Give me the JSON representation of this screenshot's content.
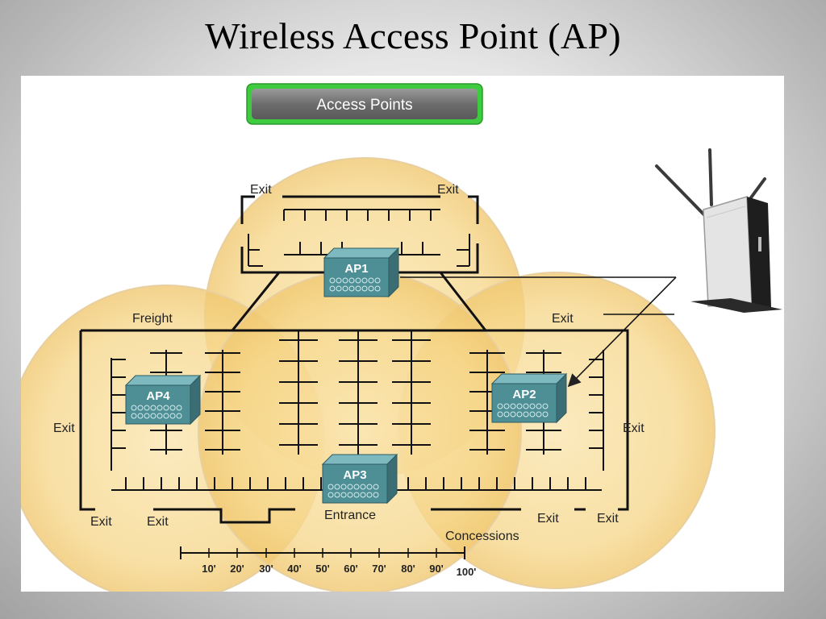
{
  "slide": {
    "title": "Wireless Access Point (AP)"
  },
  "diagram": {
    "banner": "Access Points",
    "access_points": [
      "AP1",
      "AP2",
      "AP3",
      "AP4"
    ],
    "labels": {
      "exit": "Exit",
      "freight": "Freight",
      "entrance": "Entrance",
      "concessions": "Concessions"
    },
    "scale_ticks": [
      "10'",
      "20'",
      "30'",
      "40'",
      "50'",
      "60'",
      "70'",
      "80'",
      "90'",
      "100'"
    ],
    "colors": {
      "coverage": "#f6d582",
      "ap_box": "#4e8e95",
      "banner_border": "#3fcb3f",
      "banner_fill": "#7d7d7d"
    }
  }
}
